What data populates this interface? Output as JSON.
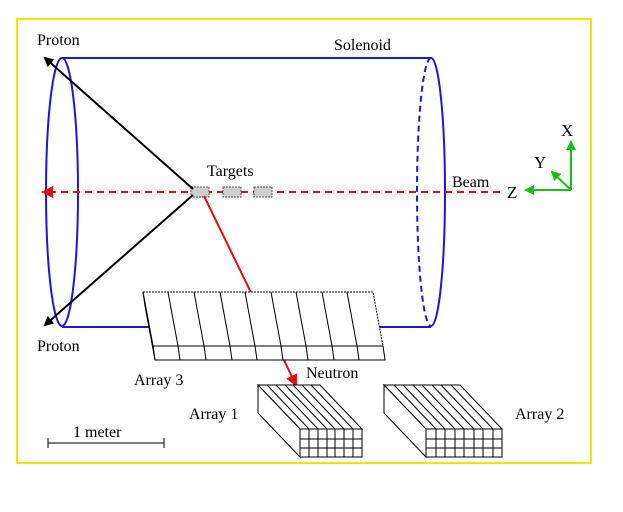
{
  "labels": {
    "proton_top": "Proton",
    "proton_bottom": "Proton",
    "solenoid": "Solenoid",
    "targets": "Targets",
    "beam": "Beam",
    "neutron": "Neutron",
    "array1": "Array 1",
    "array2": "Array 2",
    "array3": "Array 3",
    "scale": "1 meter"
  },
  "axes": {
    "x": "X",
    "y": "Y",
    "z": "Z"
  },
  "colors": {
    "frame": "#f5e400",
    "solenoid": "#1a1ad6",
    "beam": "#e01010",
    "neutron": "#e01010",
    "proton": "#000000",
    "axes": "#18c018",
    "target_fill": "#cfcfcf"
  }
}
